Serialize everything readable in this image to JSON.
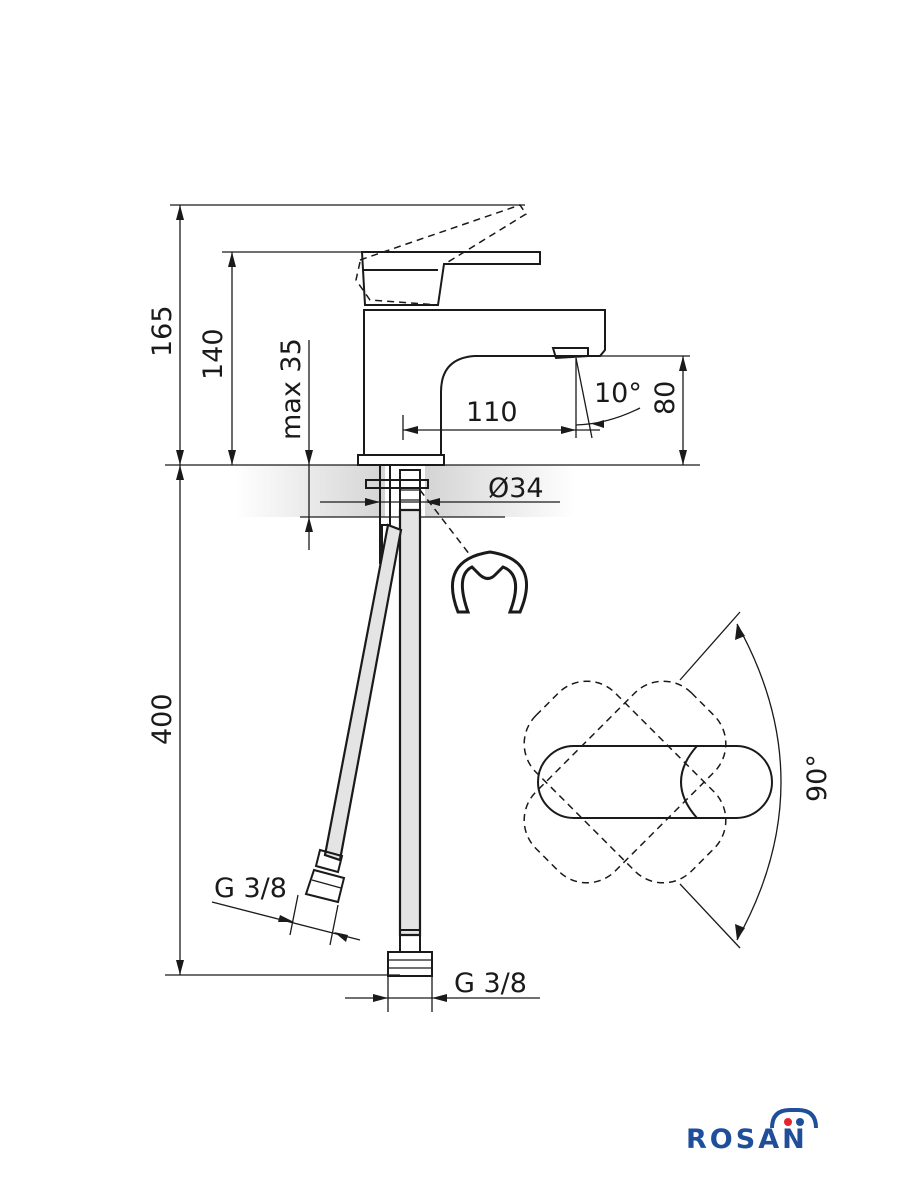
{
  "dimensions": {
    "total_height": "165",
    "body_height": "140",
    "max_counter": "max 35",
    "spout_reach": "110",
    "spout_angle": "10°",
    "spout_height": "80",
    "hole_diameter": "Ø34",
    "hose_length": "400",
    "connector_left": "G 3/8",
    "connector_right": "G 3/8",
    "lever_rotation": "90°"
  },
  "brand": {
    "name": "ROSAN",
    "colors": {
      "text": "#1f4e9a",
      "red": "#e2262c",
      "blue": "#1f4e9a"
    }
  }
}
